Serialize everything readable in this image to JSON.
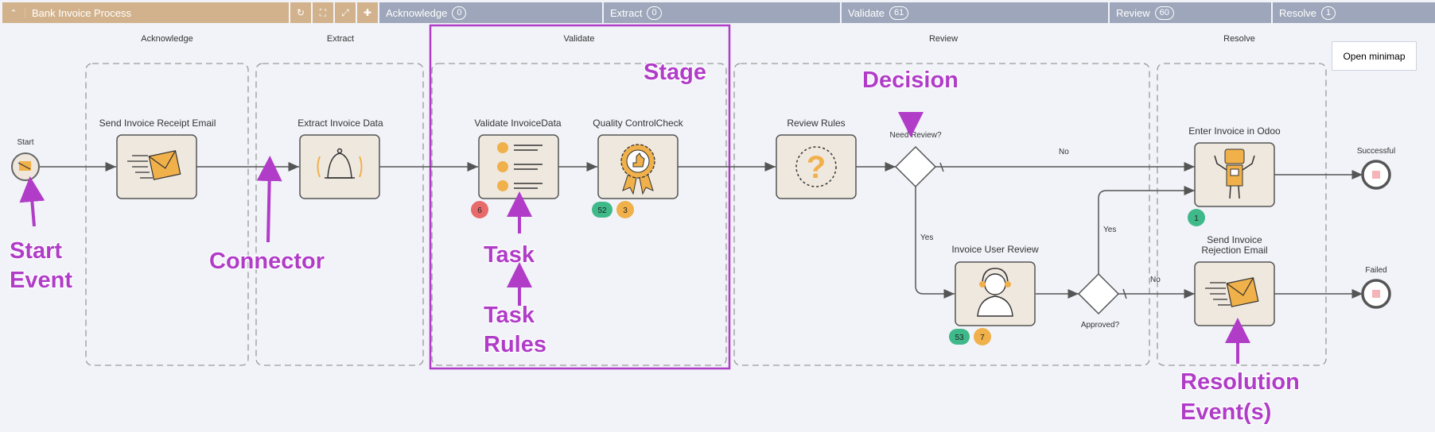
{
  "toolbar": {
    "process_title": "Bank Invoice Process",
    "tabs": [
      {
        "label": "Acknowledge",
        "count": "0"
      },
      {
        "label": "Extract",
        "count": "0"
      },
      {
        "label": "Validate",
        "count": "61"
      },
      {
        "label": "Review",
        "count": "60"
      },
      {
        "label": "Resolve",
        "count": "1"
      }
    ]
  },
  "minimap_label": "Open minimap",
  "diagram": {
    "stage_names": [
      "Acknowledge",
      "Extract",
      "Validate",
      "Review",
      "Resolve"
    ],
    "start_label": "Start",
    "tasks": {
      "send_receipt": "Send Invoice Receipt Email",
      "extract": "Extract Invoice Data",
      "validate": "Validate InvoiceData",
      "quality": "Quality ControlCheck",
      "review_rules": "Review Rules",
      "user_review": "Invoice User Review",
      "enter_odoo": "Enter Invoice in Odoo",
      "rejection_line1": "Send Invoice",
      "rejection_line2": "Rejection Email"
    },
    "gateways": {
      "need_review": "Need Review?",
      "approved": "Approved?"
    },
    "edge_labels": {
      "no_top": "No",
      "yes_down": "Yes",
      "yes_up": "Yes",
      "no_bottom": "No"
    },
    "end_events": {
      "success": "Successful",
      "failed": "Failed"
    },
    "badges": {
      "validate_red": "6",
      "quality_green": "52",
      "quality_orange": "3",
      "user_review_green": "53",
      "user_review_orange": "7",
      "odoo_green": "1"
    }
  },
  "annotations": {
    "start_event_1": "Start",
    "start_event_2": "Event",
    "connector": "Connector",
    "stage": "Stage",
    "decision": "Decision",
    "task": "Task",
    "task_rules_1": "Task",
    "task_rules_2": "Rules",
    "resolution_1": "Resolution",
    "resolution_2": "Event(s)"
  },
  "colors": {
    "toolbar_brown": "#d2b28c",
    "tab_gray": "#9da6ba",
    "annotation_purple": "#b03cc8",
    "badge_green": "#3fb98a",
    "badge_orange": "#f0b04a",
    "badge_red": "#e86a6a"
  }
}
